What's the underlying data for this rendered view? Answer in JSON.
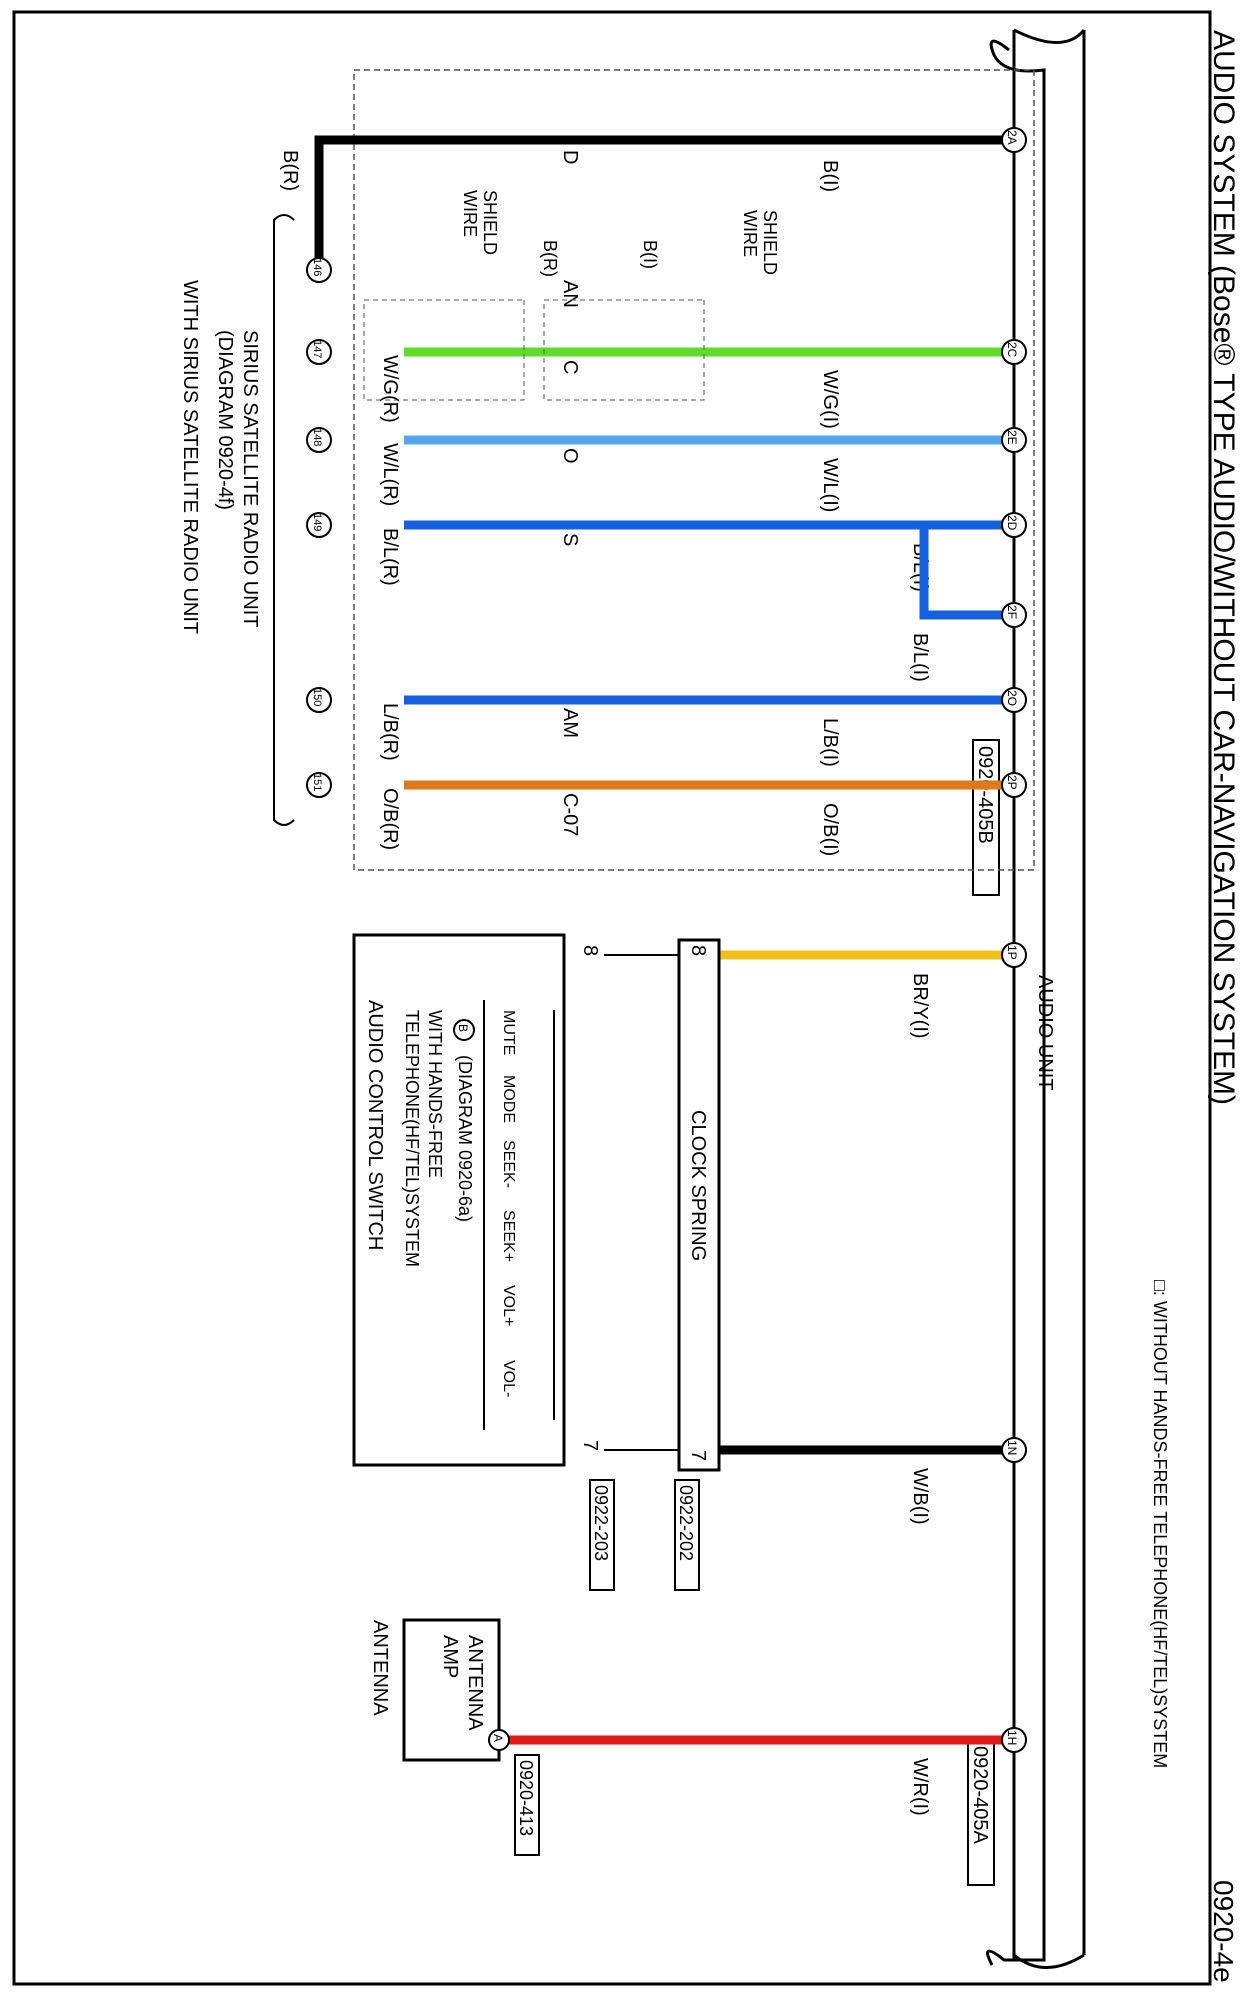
{
  "page": {
    "title": "AUDIO SYSTEM (Bose® TYPE AUDIO/WITHOUT CAR-NAVIGATION SYSTEM)",
    "diagram_id": "0920-4e",
    "footnote": "□: WITHOUT HANDS-FREE TELEPHONE(HF/TEL)SYSTEM"
  },
  "audio_unit": {
    "label": "AUDIO UNIT",
    "connector_b": "0920-405B",
    "connector_a": "0920-405A"
  },
  "wires_top": [
    {
      "pin": "2A",
      "color": "B(I)",
      "stroke": "#000000"
    },
    {
      "pin": "2C",
      "color": "W/G(I)",
      "stroke": "#5fdc2a"
    },
    {
      "pin": "2E",
      "color": "W/L(I)",
      "stroke": "#55a8f0"
    },
    {
      "pin": "2D",
      "color": "B/L(I)",
      "stroke": "#1460e0"
    },
    {
      "pin": "2F",
      "color": "B/L(I)",
      "stroke": "#1460e0"
    },
    {
      "pin": "2O",
      "color": "L/B(I)",
      "stroke": "#1460e0"
    },
    {
      "pin": "2P",
      "color": "O/B(I)",
      "stroke": "#e07a18"
    },
    {
      "pin": "1P",
      "color": "BR/Y(I)",
      "stroke": "#f0c018"
    },
    {
      "pin": "1N",
      "color": "W/B(I)",
      "stroke": "#000000"
    },
    {
      "pin": "1H",
      "color": "W/R(I)",
      "stroke": "#e01818"
    }
  ],
  "junction_letters": [
    "D",
    "AN",
    "C",
    "O",
    "S",
    "AM",
    "C-07"
  ],
  "shield": {
    "label_1": "SHIELD",
    "label_2": "WIRE",
    "b_i": "B(I)",
    "b_r": "B(R)"
  },
  "sirius": {
    "wires": [
      {
        "pin": "146",
        "color": "B(R)"
      },
      {
        "pin": "147",
        "color": "W/G(R)"
      },
      {
        "pin": "148",
        "color": "W/L(R)"
      },
      {
        "pin": "149",
        "color": "B/L(R)"
      },
      {
        "pin": "150",
        "color": "L/B(R)"
      },
      {
        "pin": "151",
        "color": "O/B(R)"
      }
    ],
    "unit_line1": "SIRIUS SATELLITE RADIO UNIT",
    "unit_line2": "(DIAGRAM 0920-4f)",
    "region_label": "WITH SIRIUS SATELLITE RADIO UNIT"
  },
  "clock_spring": {
    "label": "CLOCK SPRING",
    "pin_8": "8",
    "pin_7": "7",
    "connector_1": "0922-202",
    "connector_2": "0922-203"
  },
  "control_switch": {
    "label": "AUDIO CONTROL SWITCH",
    "buttons": [
      "MUTE",
      "MODE",
      "SEEK-",
      "SEEK+",
      "VOL+",
      "VOL-"
    ],
    "ref_marker": "B",
    "ref_diagram": "(DIAGRAM 0920-6a)",
    "hf_line1": "WITH HANDS-FREE",
    "hf_line2": "TELEPHONE(HF/TEL)SYSTEM"
  },
  "antenna": {
    "amp_line1": "ANTENNA",
    "amp_line2": "AMP",
    "label": "ANTENNA",
    "connector": "0920-413",
    "marker": "A"
  }
}
